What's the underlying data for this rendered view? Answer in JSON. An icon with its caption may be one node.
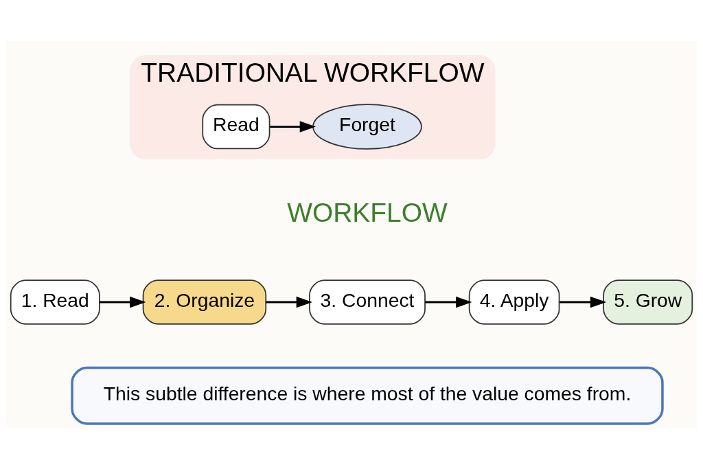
{
  "diagram": {
    "nodes": [
      {
        "text": [
          "TRADITIONAL WORKFLOW"
        ]
      },
      {
        "text": [
          "Read"
        ],
        "in": 0
      },
      {
        "text": [
          "Forget"
        ],
        "in": 0
      },
      {
        "text": [
          "1. Read"
        ]
      },
      {
        "text": [
          "2. Organize"
        ]
      },
      {
        "text": [
          "3. Connect"
        ]
      },
      {
        "text": [
          "4. Apply"
        ]
      },
      {
        "text": [
          "5. Grow"
        ]
      },
      {
        "text": [
          "This subtle difference is where most of the value comes from."
        ]
      }
    ],
    "edges": [
      {
        "from": 1,
        "to": 2,
        "arrow": "to"
      },
      {
        "from": 3,
        "to": 4,
        "arrow": "to"
      },
      {
        "from": 4,
        "to": 5,
        "arrow": "to"
      },
      {
        "from": 5,
        "to": 6,
        "arrow": "to"
      },
      {
        "from": 6,
        "to": 7,
        "arrow": "to"
      }
    ],
    "labels": [
      "WORKFLOW"
    ]
  }
}
